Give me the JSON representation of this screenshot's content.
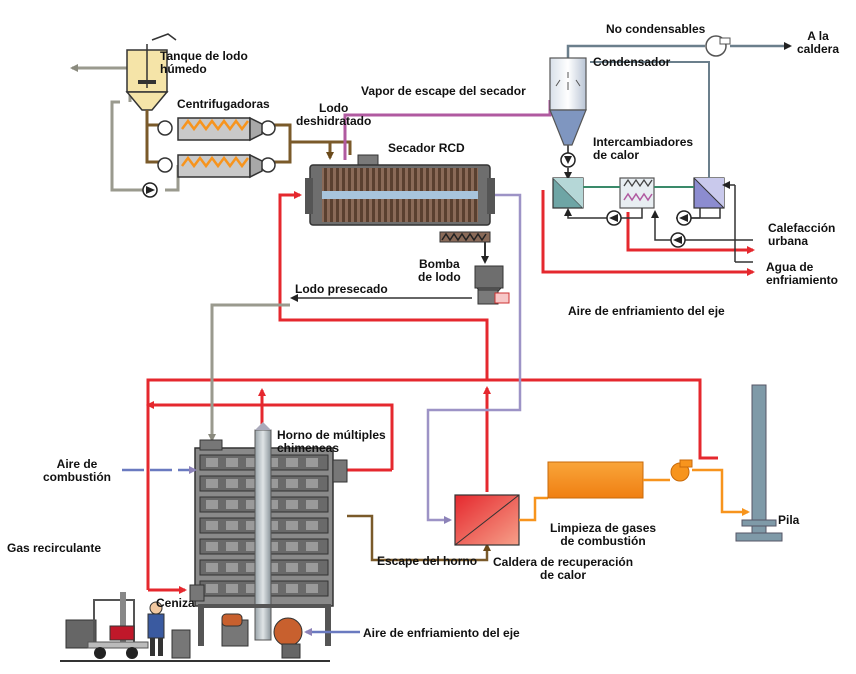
{
  "labels": {
    "no_condensables": "No condensables",
    "a_la_caldera": "A la\ncaldera",
    "tanque": "Tanque de lodo\nhúmedo",
    "condensador": "Condensador",
    "vapor_escape": "Vapor de escape del secador",
    "centrifugadoras": "Centrifugadoras",
    "lodo_deshidratado": "Lodo\ndeshidratado",
    "intercambiadores": "Intercambiadores\nde calor",
    "secador": "Secador RCD",
    "calefaccion": "Calefacción\nurbana",
    "agua": "Agua de\nenfriamiento",
    "bomba": "Bomba\nde lodo",
    "lodo_presecado": "Lodo presecado",
    "aire_eje_top": "Aire de enfriamiento del eje",
    "horno": "Horno de múltiples\nchimeneas",
    "aire_combustion": "Aire de\ncombustión",
    "pila": "Pila",
    "limpieza": "Limpieza de gases\nde combustión",
    "gas_recirculante": "Gas recirculante",
    "escape_horno": "Escape del horno",
    "caldera_recuperacion": "Caldera de recuperación\nde calor",
    "ceniza": "Ceniza",
    "aire_eje_bottom": "Aire de enfriamiento del eje"
  },
  "colors": {
    "red": "#e5282e",
    "gray_line": "#9a9a8e",
    "lavender": "#9d93c6",
    "orange": "#f7941d",
    "brown": "#7a5a2a",
    "purple": "#b05aa0",
    "steel": "#6b7f8c",
    "stack": "#7f9aa8"
  }
}
